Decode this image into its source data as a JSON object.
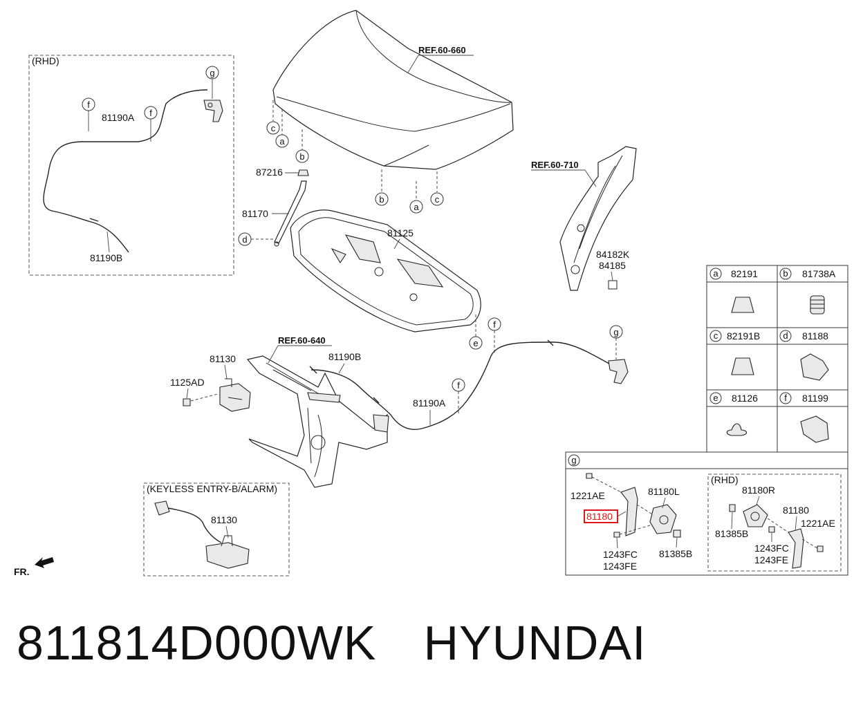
{
  "diagram": {
    "refs": {
      "hood": "REF.60-660",
      "pillar": "REF.60-710",
      "front_end": "REF.60-640"
    },
    "rhd_box": {
      "title": "(RHD)",
      "labels": {
        "cable_a": "81190A",
        "cable_b": "81190B"
      },
      "callouts": {
        "f1": "f",
        "f2": "f",
        "g": "g"
      }
    },
    "hood_callouts": {
      "c1": "c",
      "a1": "a",
      "b1": "b",
      "b2": "b",
      "a2": "a",
      "c2": "c"
    },
    "center_labels": {
      "l87216": "87216",
      "l81170": "81170",
      "l81125": "81125",
      "l84182k": "84182K",
      "l84185": "84185",
      "l81130": "81130",
      "l1125ad": "1125AD",
      "l81190b": "81190B",
      "l81190a": "81190A"
    },
    "center_callouts": {
      "d": "d",
      "e": "e",
      "f1": "f",
      "f2": "f",
      "g": "g"
    },
    "keyless_box": {
      "title": "(KEYLESS ENTRY-B/ALARM)",
      "label": "81130"
    },
    "fr_label": "FR.",
    "legend": {
      "cells": [
        {
          "letter": "a",
          "part": "82191"
        },
        {
          "letter": "b",
          "part": "81738A"
        },
        {
          "letter": "c",
          "part": "82191B"
        },
        {
          "letter": "d",
          "part": "81188"
        },
        {
          "letter": "e",
          "part": "81126"
        },
        {
          "letter": "f",
          "part": "81199"
        }
      ]
    },
    "g_box": {
      "letter": "g",
      "left": {
        "l1221ae": "1221AE",
        "l81180l": "81180L",
        "l81180": "81180",
        "l1243fc": "1243FC",
        "l1243fe": "1243FE",
        "l81385b": "81385B"
      },
      "rhd": {
        "title": "(RHD)",
        "l81180r": "81180R",
        "l81180": "81180",
        "l81385b": "81385B",
        "l1221ae": "1221AE",
        "l1243fc": "1243FC",
        "l1243fe": "1243FE"
      }
    },
    "highlight_color": "#e01818"
  },
  "part_number": "811814D000WK",
  "brand": "HYUNDAI"
}
